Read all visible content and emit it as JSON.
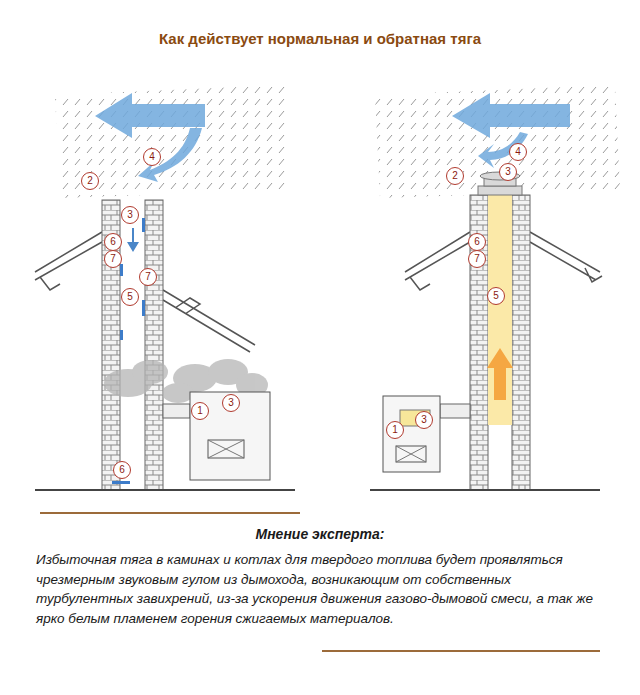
{
  "diagram": {
    "title": "Как действует нормальная и обратная тяга",
    "nodes": [
      {
        "text": [
          "Мнение эксперта:",
          "Избыточная тяга в каминах и котлах для твердого топлива будет проявляться чрезмерным звуковым гулом из дымохода, возникающим от собственных турбулентных завихрений, из-за ускорения движения газово-дымовой смеси, а так же ярко белым пламенем горения сжигаемых материалов."
        ]
      }
    ],
    "labels": [
      "4",
      "2",
      "3",
      "6",
      "7",
      "7",
      "5",
      "1",
      "3",
      "6",
      "4",
      "2",
      "3",
      "6",
      "7",
      "5",
      "1",
      "3"
    ]
  }
}
